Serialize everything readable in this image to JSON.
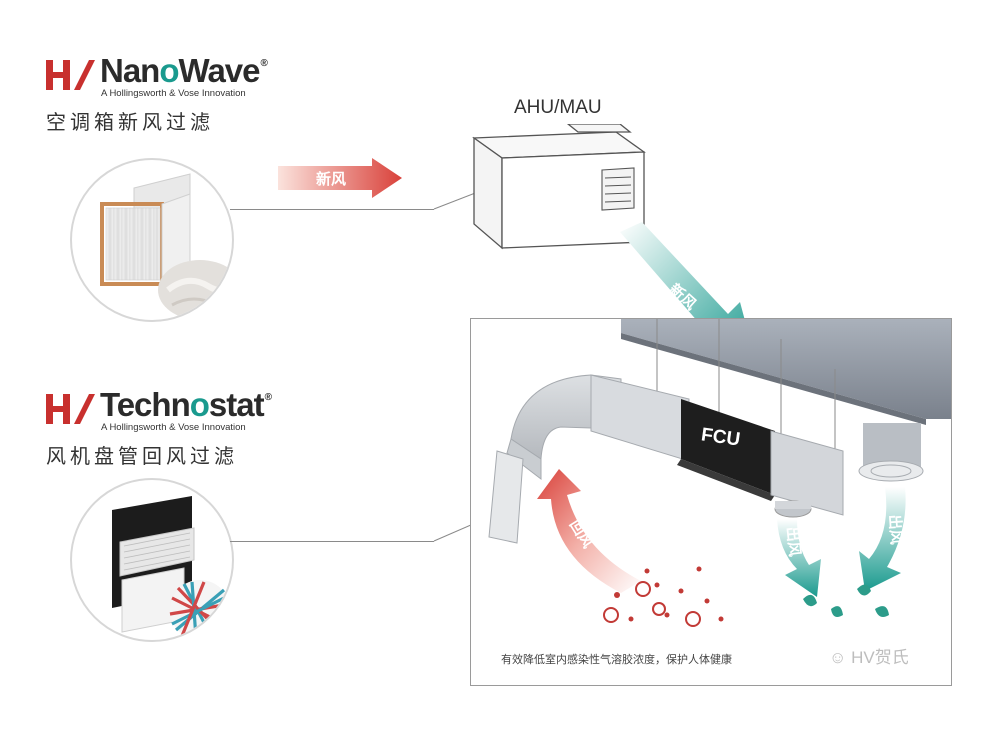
{
  "brands": [
    {
      "name_prefix": "Nan",
      "name_accent": "o",
      "name_suffix": "Wave",
      "sub": "A Hollingsworth & Vose Innovation",
      "caption": "空调箱新风过滤"
    },
    {
      "name_prefix": "Techn",
      "name_accent": "o",
      "name_suffix": "stat",
      "sub": "A Hollingsworth & Vose Innovation",
      "caption": "风机盘管回风过滤"
    }
  ],
  "reg_mark": "®",
  "ahu_label": "AHU/MAU",
  "fcu_label": "FCU",
  "arrows": {
    "fresh_air_in": "新风",
    "fresh_air_down": "新风",
    "return_air": "回风",
    "supply_air_1": "出风",
    "supply_air_2": "出风"
  },
  "footer_note": "有效降低室内感染性气溶胶浓度，保护人体健康",
  "watermark": "HV贺氏",
  "colors": {
    "brand_red": "#c8302e",
    "teal": "#1a9a8e",
    "red_arrow": "#d9413a"
  }
}
